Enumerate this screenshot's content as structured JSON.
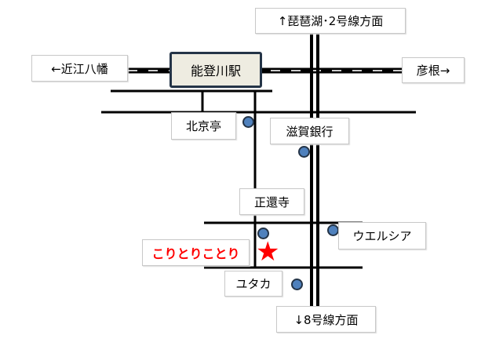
{
  "labels": {
    "north": "↑琵琶湖･2号線方面",
    "west": "←近江八幡",
    "station": "能登川駅",
    "east": "彦根→",
    "hokkyotei": "北京亭",
    "shiga_bank": "滋賀銀行",
    "shogenji": "正還寺",
    "welcia": "ウエルシア",
    "shop": "こりとりことり",
    "yutaka": "ユタカ",
    "south": "↓8号線方面"
  },
  "colors": {
    "shop": "#ff0000",
    "landmark_dot": "#4f81bd",
    "station_fill": "#eeece1"
  }
}
